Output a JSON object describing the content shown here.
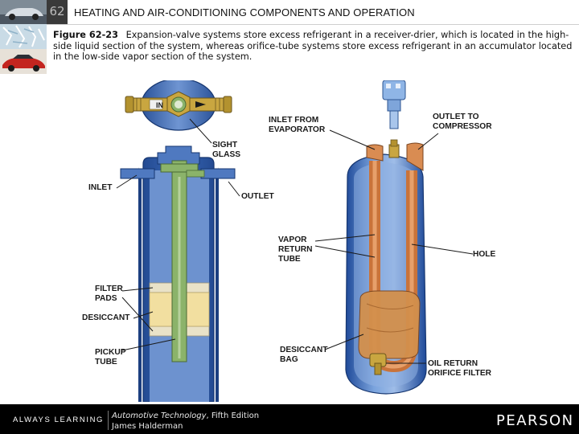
{
  "header": {
    "chapter_number": "62",
    "chapter_title": "HEATING AND AIR-CONDITIONING COMPONENTS AND OPERATION"
  },
  "caption": {
    "figure_label": "Figure 62-23",
    "text": "Expansion-valve systems store excess refrigerant in a receiver-drier, which is located in the high-side liquid section of the system, whereas orifice-tube systems store excess refrigerant in an accumulator located in the low-side vapor section of the system."
  },
  "diagram": {
    "receiver_drier_labels": {
      "sight_glass": "SIGHT\nGLASS",
      "inlet": "INLET",
      "outlet": "OUTLET",
      "filter_pads": "FILTER\nPADS",
      "desiccant": "DESICCANT",
      "pickup_tube": "PICKUP\nTUBE",
      "in_marking": "IN"
    },
    "accumulator_labels": {
      "inlet_from_evaporator": "INLET FROM\nEVAPORATOR",
      "outlet_to_compressor": "OUTLET TO\nCOMPRESSOR",
      "vapor_return_tube": "VAPOR\nRETURN\nTUBE",
      "hole": "HOLE",
      "desiccant_bag": "DESICCANT\nBAG",
      "oil_return_orifice_filter": "OIL RETURN\nORIFICE FILTER"
    },
    "colors": {
      "shell_blue": "#2f5aa8",
      "inner_blue": "#5e86c8",
      "pipe_green": "#8bb36a",
      "desiccant_yellow": "#f2dfa0",
      "filter_pad": "#e9e2c8",
      "copper": "#d98c52",
      "brass": "#c9a640"
    }
  },
  "footer": {
    "tagline": "ALWAYS LEARNING",
    "book_title": "Automotive Technology",
    "book_edition": ", Fifth Edition",
    "author": "James Halderman",
    "publisher": "PEARSON"
  }
}
